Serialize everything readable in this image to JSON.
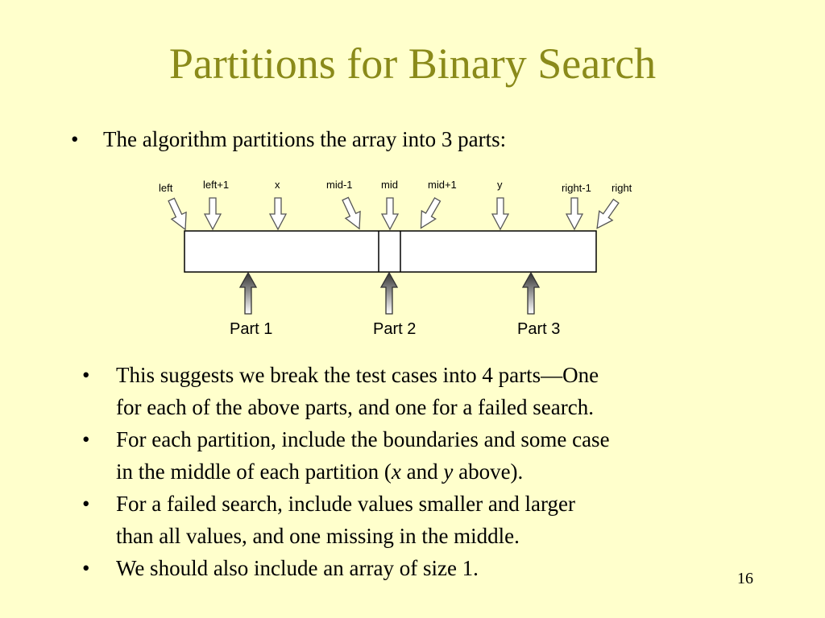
{
  "slide": {
    "title": "Partitions for Binary Search",
    "intro_bullet": "The algorithm partitions the array into 3 parts:",
    "bullet_char": "•",
    "bullets": [
      {
        "lines": [
          "This suggests we break the test cases into 4 parts—One",
          "for each of the above parts, and one for a failed search."
        ]
      },
      {
        "line1": "For each partition, include the boundaries and some case",
        "line2_a": "in the middle of each partition (",
        "line2_x": "x",
        "line2_b": " and ",
        "line2_y": "y",
        "line2_c": " above)."
      },
      {
        "lines": [
          "For a failed search, include values smaller and larger",
          "than all values, and one missing in the middle."
        ]
      },
      {
        "lines": [
          "We should also include an array of size 1."
        ]
      }
    ],
    "page_number": "16"
  },
  "diagram": {
    "pointer_labels": [
      "left",
      "left+1",
      "x",
      "mid-1",
      "mid",
      "mid+1",
      "y",
      "right-1",
      "right"
    ],
    "part_labels": [
      "Part 1",
      "Part 2",
      "Part 3"
    ]
  }
}
